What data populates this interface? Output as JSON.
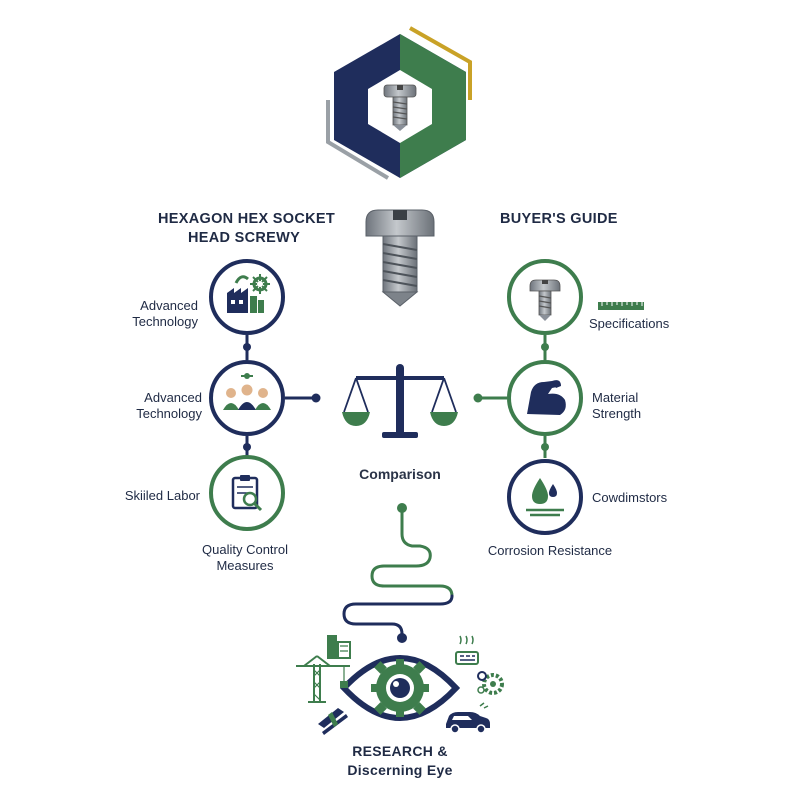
{
  "colors": {
    "navy": "#1f2d5c",
    "green": "#3e7d4d",
    "gold": "#c9a227",
    "gray": "#9aa0a6",
    "steel": "#8a9099",
    "text": "#1f2a44"
  },
  "headings": {
    "left_line1": "HEXAGON HEX SOCKET",
    "left_line2": "HEAD SCREWY",
    "right": "BUYER'S GUIDE",
    "center": "Comparison",
    "bottom_line1": "RESEARCH &",
    "bottom_line2": "Discerning Eye"
  },
  "left_nodes": [
    {
      "label_lines": [
        "Advanced",
        "Technology"
      ],
      "icon": "factory-gear-icon"
    },
    {
      "label_lines": [
        "Advanced",
        "Technology"
      ],
      "icon": "team-people-icon"
    },
    {
      "label_lines": [
        "Skiiled Labor"
      ],
      "icon": "clipboard-magnifier-icon",
      "caption_lines": [
        "Quality Control",
        "Measures"
      ]
    }
  ],
  "right_nodes": [
    {
      "label_lines": [
        "Specifications"
      ],
      "icon": "screw-ruler-icon"
    },
    {
      "label_lines": [
        "Material",
        "Strength"
      ],
      "icon": "flexed-arm-icon"
    },
    {
      "label_lines": [
        "Cowdimstors"
      ],
      "icon": "water-drop-icon",
      "caption_lines": [
        "Corrosion Resistance"
      ]
    }
  ],
  "bottom_icons": [
    "building-icon",
    "crane-icon",
    "steel-beam-icon",
    "machine-icon",
    "gear-cluster-icon",
    "car-icon",
    "eye-gear-icon"
  ]
}
